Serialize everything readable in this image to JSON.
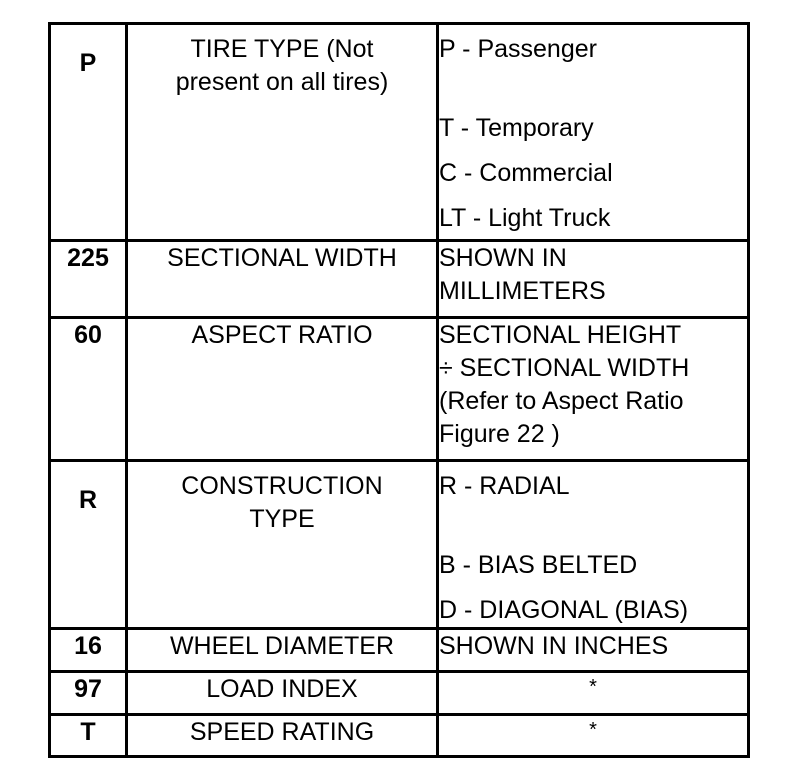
{
  "rows": [
    {
      "code": "P",
      "name_lines": [
        "TIRE TYPE (Not",
        "present on all tires)"
      ],
      "desc_lines": [
        "P - Passenger",
        "T - Temporary",
        "C - Commercial",
        "LT - Light Truck"
      ]
    },
    {
      "code": "225",
      "name_lines": [
        "SECTIONAL WIDTH"
      ],
      "desc_lines": [
        "SHOWN IN",
        "MILLIMETERS"
      ]
    },
    {
      "code": "60",
      "name_lines": [
        "ASPECT RATIO"
      ],
      "desc_lines": [
        "SECTIONAL HEIGHT",
        "÷ SECTIONAL WIDTH",
        "(Refer to Aspect Ratio",
        "Figure 22 )"
      ]
    },
    {
      "code": "R",
      "name_lines": [
        "CONSTRUCTION",
        "TYPE"
      ],
      "desc_lines": [
        "R - RADIAL",
        "B - BIAS BELTED",
        "D - DIAGONAL (BIAS)"
      ]
    },
    {
      "code": "16",
      "name_lines": [
        "WHEEL DIAMETER"
      ],
      "desc_lines": [
        "SHOWN IN INCHES"
      ]
    },
    {
      "code": "97",
      "name_lines": [
        "LOAD INDEX"
      ],
      "desc_lines": [
        "*"
      ]
    },
    {
      "code": "T",
      "name_lines": [
        "SPEED RATING"
      ],
      "desc_lines": [
        "*"
      ]
    }
  ]
}
